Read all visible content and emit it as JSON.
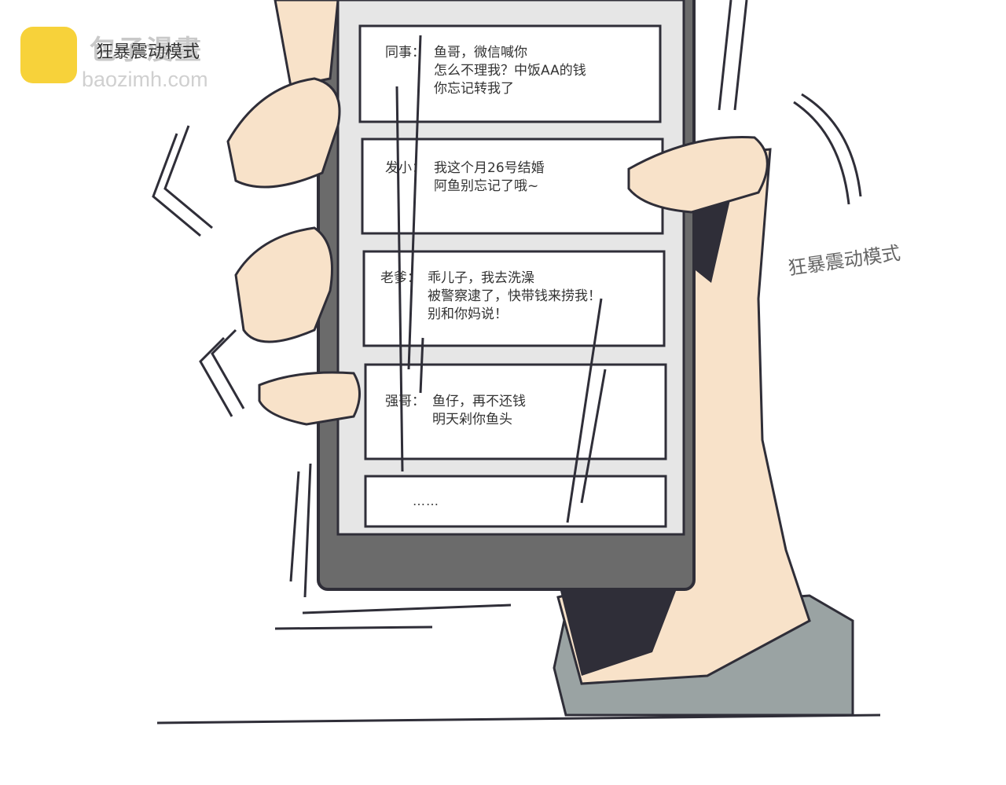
{
  "watermark": {
    "site_name": "包子漫畫",
    "tagline": "狂暴震动模式",
    "url": "baozimh.com"
  },
  "caption": "狂暴震动模式",
  "messages": [
    {
      "sender": "同事：",
      "lines": [
        "鱼哥，微信喊你",
        "怎么不理我？中饭AA的钱",
        "你忘记转我了"
      ]
    },
    {
      "sender": "发小：",
      "lines": [
        "我这个月26号结婚",
        "阿鱼别忘记了哦~"
      ]
    },
    {
      "sender": "老爹：",
      "lines": [
        "乖儿子，我去洗澡",
        "被警察逮了，快带钱来捞我！",
        "别和你妈说！"
      ]
    },
    {
      "sender": "强哥：",
      "lines": [
        "鱼仔，再不还钱",
        "明天剁你鱼头"
      ]
    }
  ],
  "last_message": "……",
  "colors": {
    "skin": "#f8e2c9",
    "ink": "#2f2e38",
    "phone_body": "#6b6b6b",
    "phone_screen": "#e6e6e6",
    "sleeve": "#9aa3a3",
    "logo_yellow": "#f7d23a"
  }
}
